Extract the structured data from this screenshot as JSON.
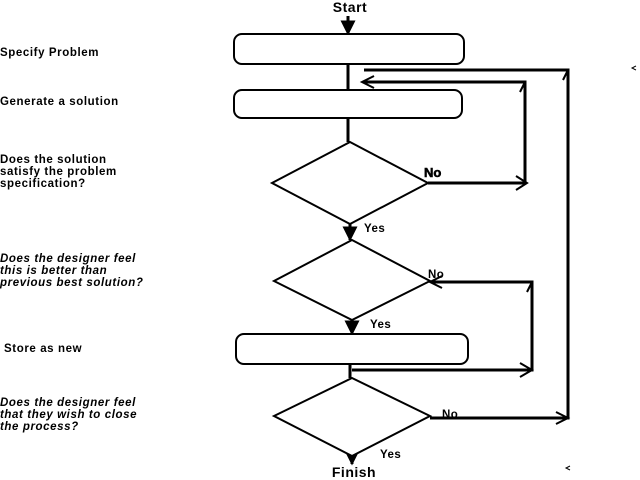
{
  "diagram": {
    "start_label": "Start",
    "finish_label": "Finish",
    "steps": [
      {
        "id": "specify",
        "label_lines": [
          "Specify Problem"
        ]
      },
      {
        "id": "generate",
        "label_lines": [
          "Generate a solution"
        ]
      },
      {
        "id": "satisfy",
        "label_lines": [
          "Does the solution",
          "satisfy the problem",
          "specification?"
        ]
      },
      {
        "id": "better",
        "label_lines": [
          "Does the designer feel",
          "this is better than",
          "previous best solution?"
        ]
      },
      {
        "id": "store",
        "label_lines": [
          "Store as new"
        ]
      },
      {
        "id": "close",
        "label_lines": [
          "Does the designer feel",
          "that they wish to close",
          "the process?"
        ]
      }
    ],
    "edges": {
      "satisfy_no": "No",
      "satisfy_yes": "Yes",
      "better_no": "No",
      "better_yes": "Yes",
      "close_no": "No",
      "close_yes": "Yes"
    }
  }
}
